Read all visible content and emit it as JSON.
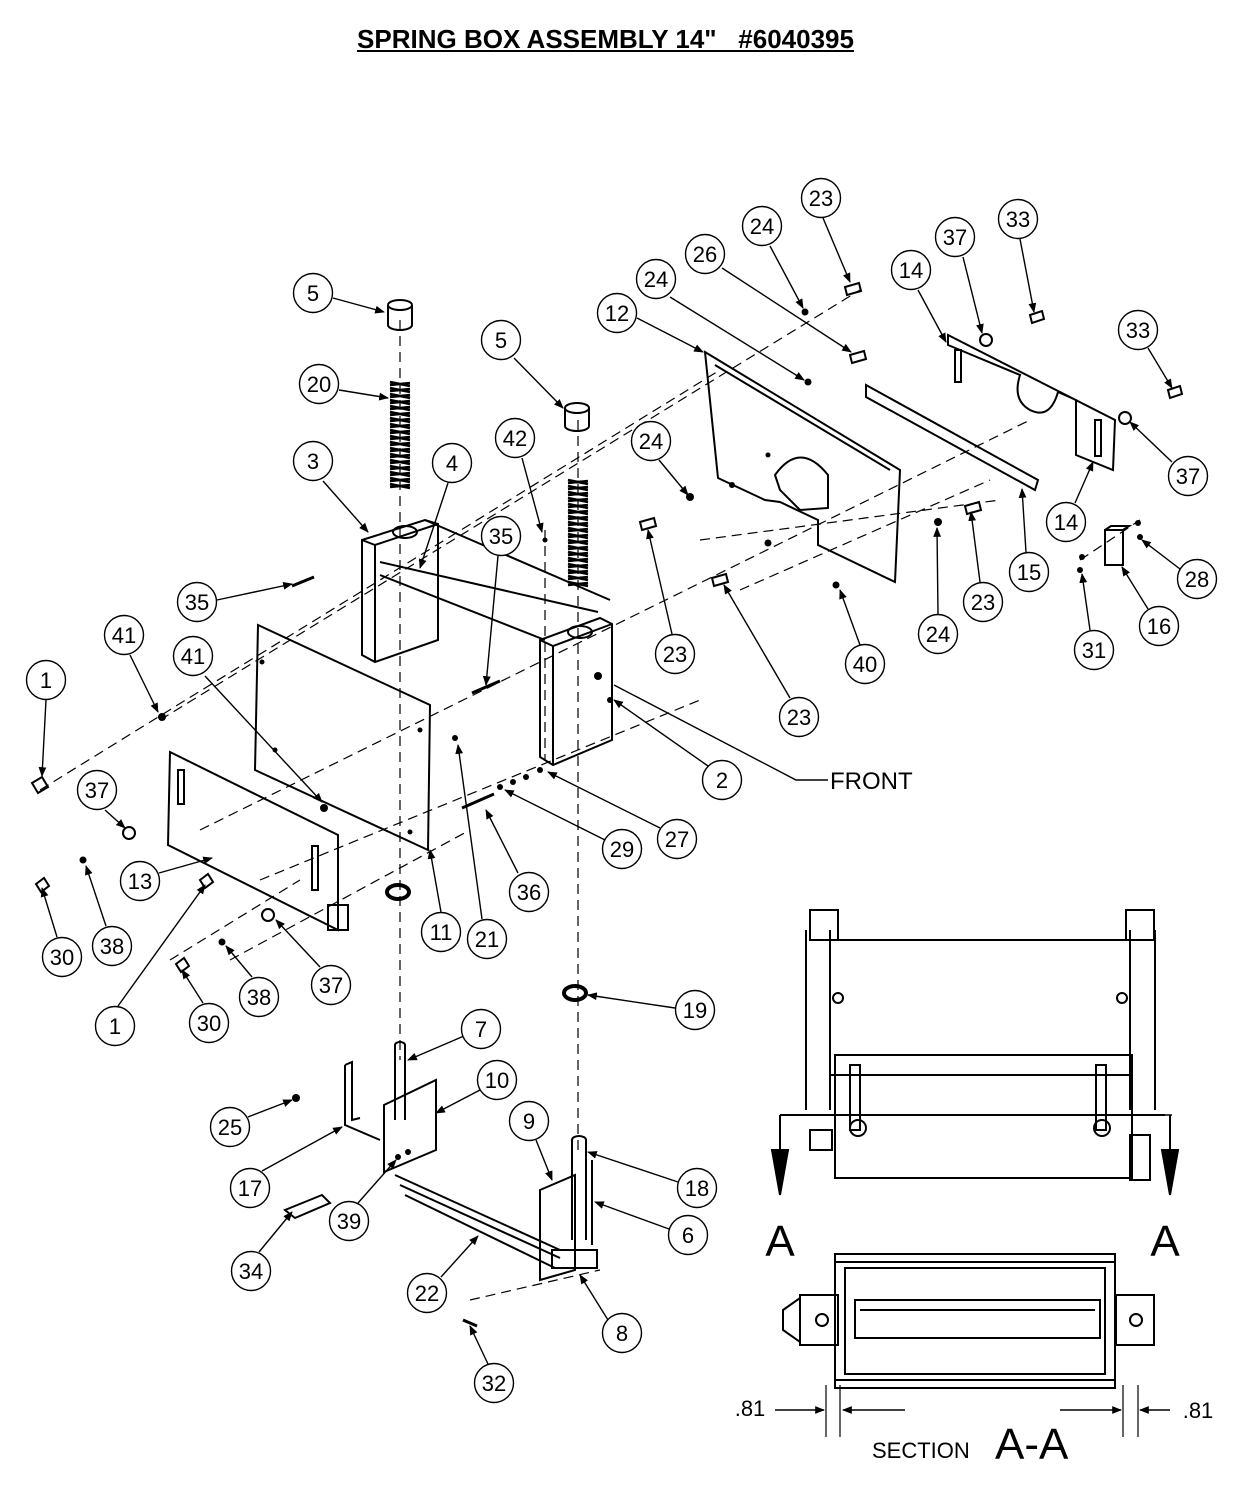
{
  "title": "SPRING BOX ASSEMBLY 14\"   #6040395",
  "callouts": [
    {
      "id": "c-5a",
      "num": "5"
    },
    {
      "id": "c-20",
      "num": "20"
    },
    {
      "id": "c-3",
      "num": "3"
    },
    {
      "id": "c-4",
      "num": "4"
    },
    {
      "id": "c-5b",
      "num": "5"
    },
    {
      "id": "c-42",
      "num": "42"
    },
    {
      "id": "c-35a",
      "num": "35"
    },
    {
      "id": "c-35b",
      "num": "35"
    },
    {
      "id": "c-41a",
      "num": "41"
    },
    {
      "id": "c-41b",
      "num": "41"
    },
    {
      "id": "c-1a",
      "num": "1"
    },
    {
      "id": "c-37a",
      "num": "37"
    },
    {
      "id": "c-13",
      "num": "13"
    },
    {
      "id": "c-30a",
      "num": "30"
    },
    {
      "id": "c-38a",
      "num": "38"
    },
    {
      "id": "c-11",
      "num": "11"
    },
    {
      "id": "c-21",
      "num": "21"
    },
    {
      "id": "c-36",
      "num": "36"
    },
    {
      "id": "c-29",
      "num": "29"
    },
    {
      "id": "c-27",
      "num": "27"
    },
    {
      "id": "c-2",
      "num": "2"
    },
    {
      "id": "c-1b",
      "num": "1"
    },
    {
      "id": "c-30b",
      "num": "30"
    },
    {
      "id": "c-38b",
      "num": "38"
    },
    {
      "id": "c-37b",
      "num": "37"
    },
    {
      "id": "c-19",
      "num": "19"
    },
    {
      "id": "c-7",
      "num": "7"
    },
    {
      "id": "c-10",
      "num": "10"
    },
    {
      "id": "c-25",
      "num": "25"
    },
    {
      "id": "c-17",
      "num": "17"
    },
    {
      "id": "c-39",
      "num": "39"
    },
    {
      "id": "c-9",
      "num": "9"
    },
    {
      "id": "c-18",
      "num": "18"
    },
    {
      "id": "c-6",
      "num": "6"
    },
    {
      "id": "c-34",
      "num": "34"
    },
    {
      "id": "c-22",
      "num": "22"
    },
    {
      "id": "c-8",
      "num": "8"
    },
    {
      "id": "c-32",
      "num": "32"
    },
    {
      "id": "c-23a",
      "num": "23"
    },
    {
      "id": "c-24a",
      "num": "24"
    },
    {
      "id": "c-26",
      "num": "26"
    },
    {
      "id": "c-24b",
      "num": "24"
    },
    {
      "id": "c-12",
      "num": "12"
    },
    {
      "id": "c-24c",
      "num": "24"
    },
    {
      "id": "c-23b",
      "num": "23"
    },
    {
      "id": "c-23c",
      "num": "23"
    },
    {
      "id": "c-40",
      "num": "40"
    },
    {
      "id": "c-24d",
      "num": "24"
    },
    {
      "id": "c-23d",
      "num": "23"
    },
    {
      "id": "c-15",
      "num": "15"
    },
    {
      "id": "c-14a",
      "num": "14"
    },
    {
      "id": "c-37c",
      "num": "37"
    },
    {
      "id": "c-33a",
      "num": "33"
    },
    {
      "id": "c-33b",
      "num": "33"
    },
    {
      "id": "c-37d",
      "num": "37"
    },
    {
      "id": "c-14b",
      "num": "14"
    },
    {
      "id": "c-28",
      "num": "28"
    },
    {
      "id": "c-16",
      "num": "16"
    },
    {
      "id": "c-31",
      "num": "31"
    }
  ],
  "labels": {
    "front": "FRONT",
    "section_a_left": "A",
    "section_a_right": "A",
    "section_word": "SECTION",
    "section_name": "A-A",
    "dim_left": ".81",
    "dim_right": ".81"
  }
}
